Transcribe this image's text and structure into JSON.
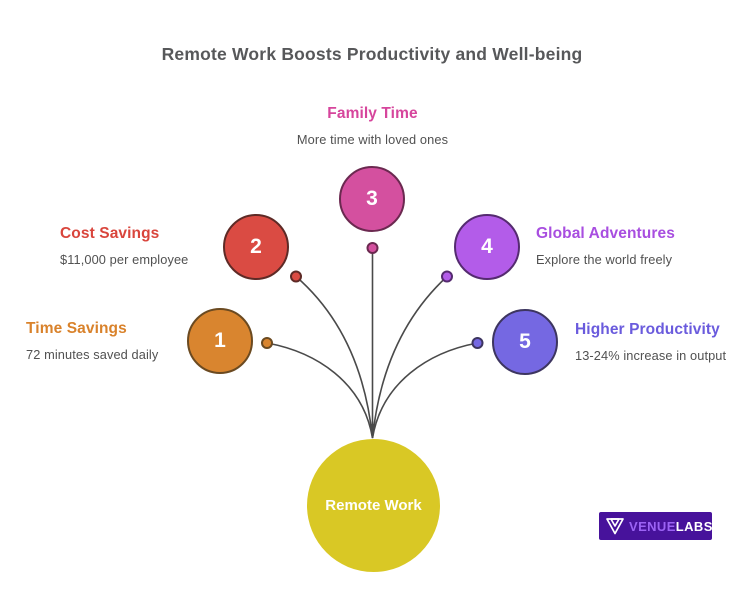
{
  "title": "Remote Work Boosts Productivity and Well-being",
  "title_color": "#57585a",
  "description_color": "#515151",
  "connector": {
    "color": "#4a4a4a"
  },
  "items": [
    {
      "number": "1",
      "label": "Time Savings",
      "description": "72 minutes saved daily",
      "fill": "#d9852f",
      "stroke": "#6b4a21",
      "label_color": "#d9822b"
    },
    {
      "number": "2",
      "label": "Cost Savings",
      "description": "$11,000 per employee",
      "fill": "#da4b43",
      "stroke": "#5e2a26",
      "label_color": "#d9453c"
    },
    {
      "number": "3",
      "label": "Family Time",
      "description": "More time with loved ones",
      "fill": "#d4509f",
      "stroke": "#6b2950",
      "label_color": "#d6459c"
    },
    {
      "number": "4",
      "label": "Global Adventures",
      "description": "Explore the world freely",
      "fill": "#b35ce9",
      "stroke": "#552b70",
      "label_color": "#a84ee0"
    },
    {
      "number": "5",
      "label": "Higher Productivity",
      "description": "13-24% increase in output",
      "fill": "#7568e2",
      "stroke": "#3d3560",
      "label_color": "#6a5bdd"
    }
  ],
  "center": {
    "label": "Remote Work",
    "fill": "#d9c825",
    "text_color": "#ffffff"
  },
  "logo": {
    "brand_first": "VENUE",
    "brand_second": "LABS",
    "background": "#47129b",
    "accent": "#9c63f5",
    "icon_color": "#ffffff",
    "icon_name": "venuelabs-v-icon"
  }
}
